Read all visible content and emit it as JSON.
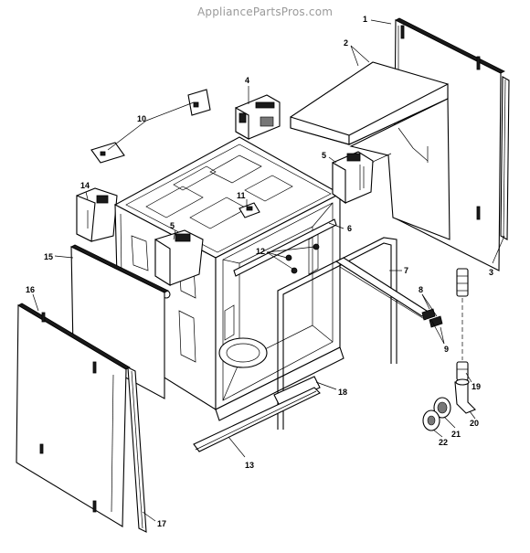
{
  "watermark": "AppliancePartsPros.com",
  "callouts": [
    "1",
    "2",
    "3",
    "4",
    "5",
    "5",
    "6",
    "7",
    "8",
    "9",
    "10",
    "11",
    "12",
    "13",
    "14",
    "15",
    "16",
    "17",
    "18",
    "19",
    "20",
    "21",
    "22"
  ]
}
